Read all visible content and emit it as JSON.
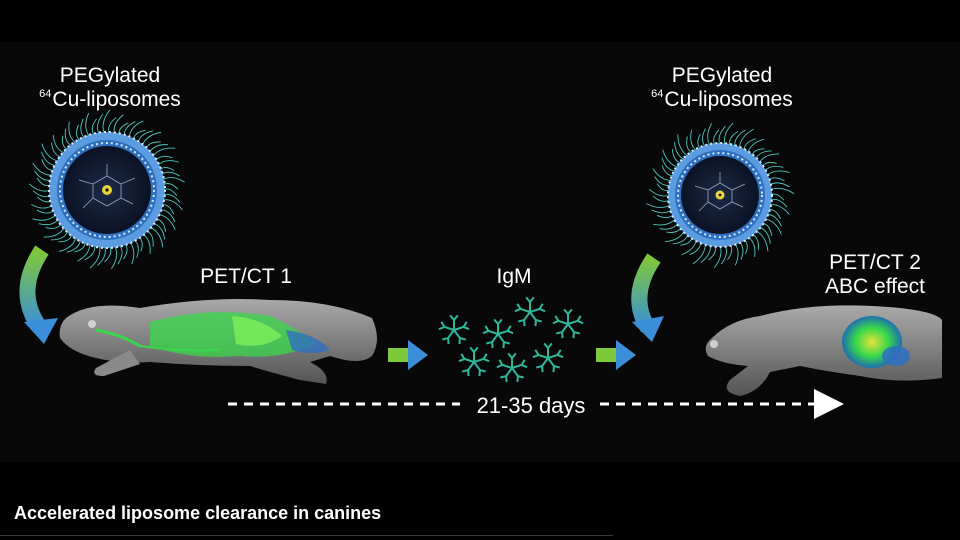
{
  "diagram": {
    "liposome_left": {
      "line1": "PEGylated",
      "isotope": "64",
      "line2": "Cu-liposomes"
    },
    "liposome_right": {
      "line1": "PEGylated",
      "isotope": "64",
      "line2": "Cu-liposomes"
    },
    "scan1_label": "PET/CT 1",
    "antibody_label": "IgM",
    "scan2_label_line1": "PET/CT 2",
    "scan2_label_line2": "ABC effect",
    "timeline_label": "21-35 days"
  },
  "caption": "Accelerated liposome clearance in canines",
  "colors": {
    "arrow_green": "#7ec93a",
    "arrow_blue": "#2f7fd0",
    "membrane_blue": "#3f86d6",
    "antibody_teal": "#2fb89a",
    "pet_signal_green": "#38d84a",
    "pet_signal_yellow": "#e8e23a"
  }
}
